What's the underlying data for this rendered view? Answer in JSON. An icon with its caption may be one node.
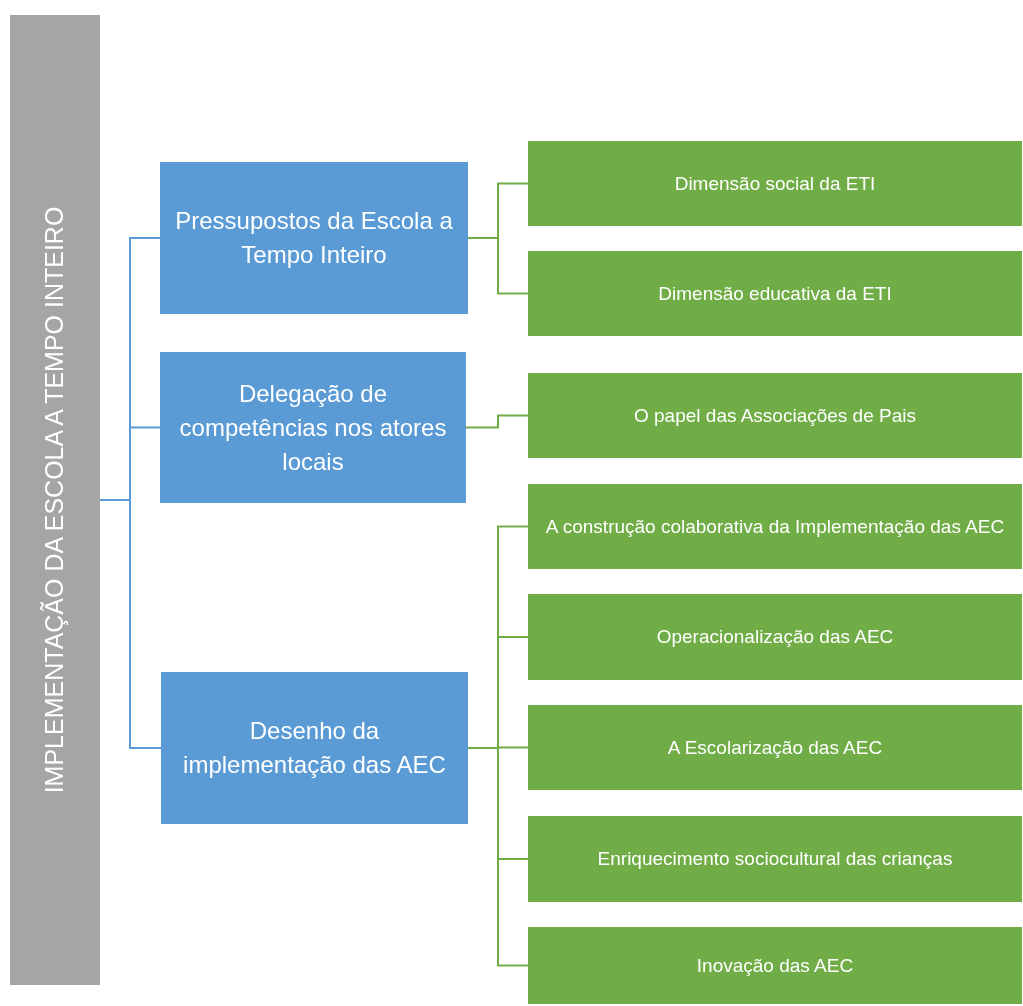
{
  "diagram": {
    "nodes": [
      {
        "text": [
          "IMPLEMENTAÇÃO DA ESCOLA A TEMPO INTEIRO"
        ]
      },
      {
        "text": [
          "Pressupostos da Escola a Tempo Inteiro"
        ]
      },
      {
        "text": [
          "Delegação de competências nos atores locais"
        ]
      },
      {
        "text": [
          "Desenho da implementação das AEC"
        ]
      },
      {
        "text": [
          "Dimensão social da ETI"
        ]
      },
      {
        "text": [
          "Dimensão educativa da ETI"
        ]
      },
      {
        "text": [
          "O papel das Associações de Pais"
        ]
      },
      {
        "text": [
          "A construção colaborativa da Implementação das AEC"
        ]
      },
      {
        "text": [
          "Operacionalização das AEC"
        ]
      },
      {
        "text": [
          "A Escolarização das AEC"
        ]
      },
      {
        "text": [
          "Enriquecimento sociocultural das crianças"
        ]
      },
      {
        "text": [
          "Inovação das AEC"
        ]
      }
    ],
    "edges": [
      {
        "from": 0,
        "to": 1,
        "arrow": "none",
        "color": "#5b9bd5"
      },
      {
        "from": 0,
        "to": 2,
        "arrow": "none",
        "color": "#5b9bd5"
      },
      {
        "from": 0,
        "to": 3,
        "arrow": "none",
        "color": "#5b9bd5"
      },
      {
        "from": 1,
        "to": 4,
        "arrow": "none"
      },
      {
        "from": 1,
        "to": 5,
        "arrow": "none"
      },
      {
        "from": 2,
        "to": 6,
        "arrow": "none"
      },
      {
        "from": 3,
        "to": 7,
        "arrow": "none"
      },
      {
        "from": 3,
        "to": 8,
        "arrow": "none"
      },
      {
        "from": 3,
        "to": 9,
        "arrow": "none"
      },
      {
        "from": 3,
        "to": 10,
        "arrow": "none"
      },
      {
        "from": 3,
        "to": 11,
        "arrow": "none"
      }
    ]
  }
}
